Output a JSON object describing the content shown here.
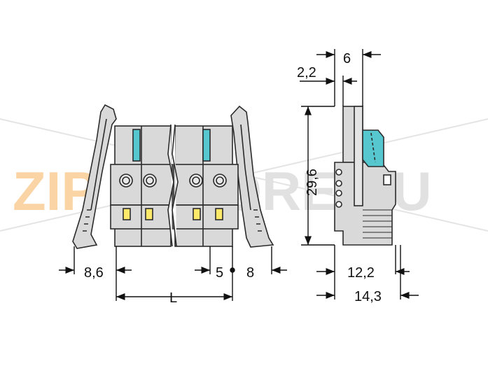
{
  "watermark": {
    "part1": "ZIP",
    "part2": "STORE.RU",
    "color1": "#f6b25b",
    "color2": "#c9c9c9"
  },
  "colors": {
    "housing": "#d9d9d9",
    "outline": "#2b2b2b",
    "accent": "#56c7cf",
    "latch_slot": "#ffe96b",
    "dimension": "#111111"
  },
  "dimensions": {
    "front_left_width": "8,6",
    "front_pitch": "5",
    "front_right_width": "8",
    "front_length": "L",
    "side_top_offset": "2,2",
    "side_top_width": "6",
    "side_height": "29,6",
    "side_bottom_width": "12,2",
    "side_total_width": "14,3"
  }
}
